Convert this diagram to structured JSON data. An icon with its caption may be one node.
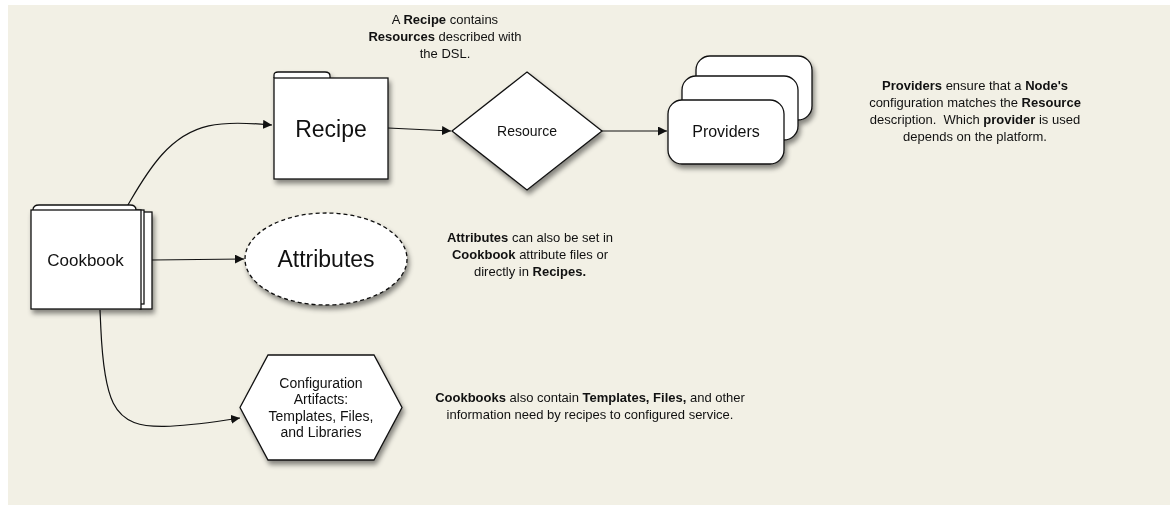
{
  "diagram": {
    "nodes": [
      {
        "text": [
          "Cookbook"
        ]
      },
      {
        "text": [
          "Recipe"
        ]
      },
      {
        "text": [
          "Resource"
        ]
      },
      {
        "text": [
          "Providers"
        ]
      },
      {
        "text": [
          "Attributes"
        ]
      },
      {
        "text": [
          "Configuration Artifacts: Templates, Files, and Libraries"
        ]
      }
    ],
    "edges": [
      {
        "from": 0,
        "to": 1,
        "arrow": "to"
      },
      {
        "from": 1,
        "to": 2,
        "arrow": "to"
      },
      {
        "from": 2,
        "to": 3,
        "arrow": "to"
      },
      {
        "from": 0,
        "to": 4,
        "arrow": "to"
      },
      {
        "from": 0,
        "to": 5,
        "arrow": "to"
      }
    ],
    "labels": [
      "A **Recipe** contains **Resources** described with the DSL.",
      "**Providers** ensure that a **Node's** configuration matches the **Resource** description.  Which **provider** is used depends on the platform.",
      "**Attributes** can also be set in **Cookbook** attribute files or directly in **Recipes.**",
      "**Cookbooks** also contain **Templates, Files,** and other information need by recipes to configured service."
    ]
  }
}
